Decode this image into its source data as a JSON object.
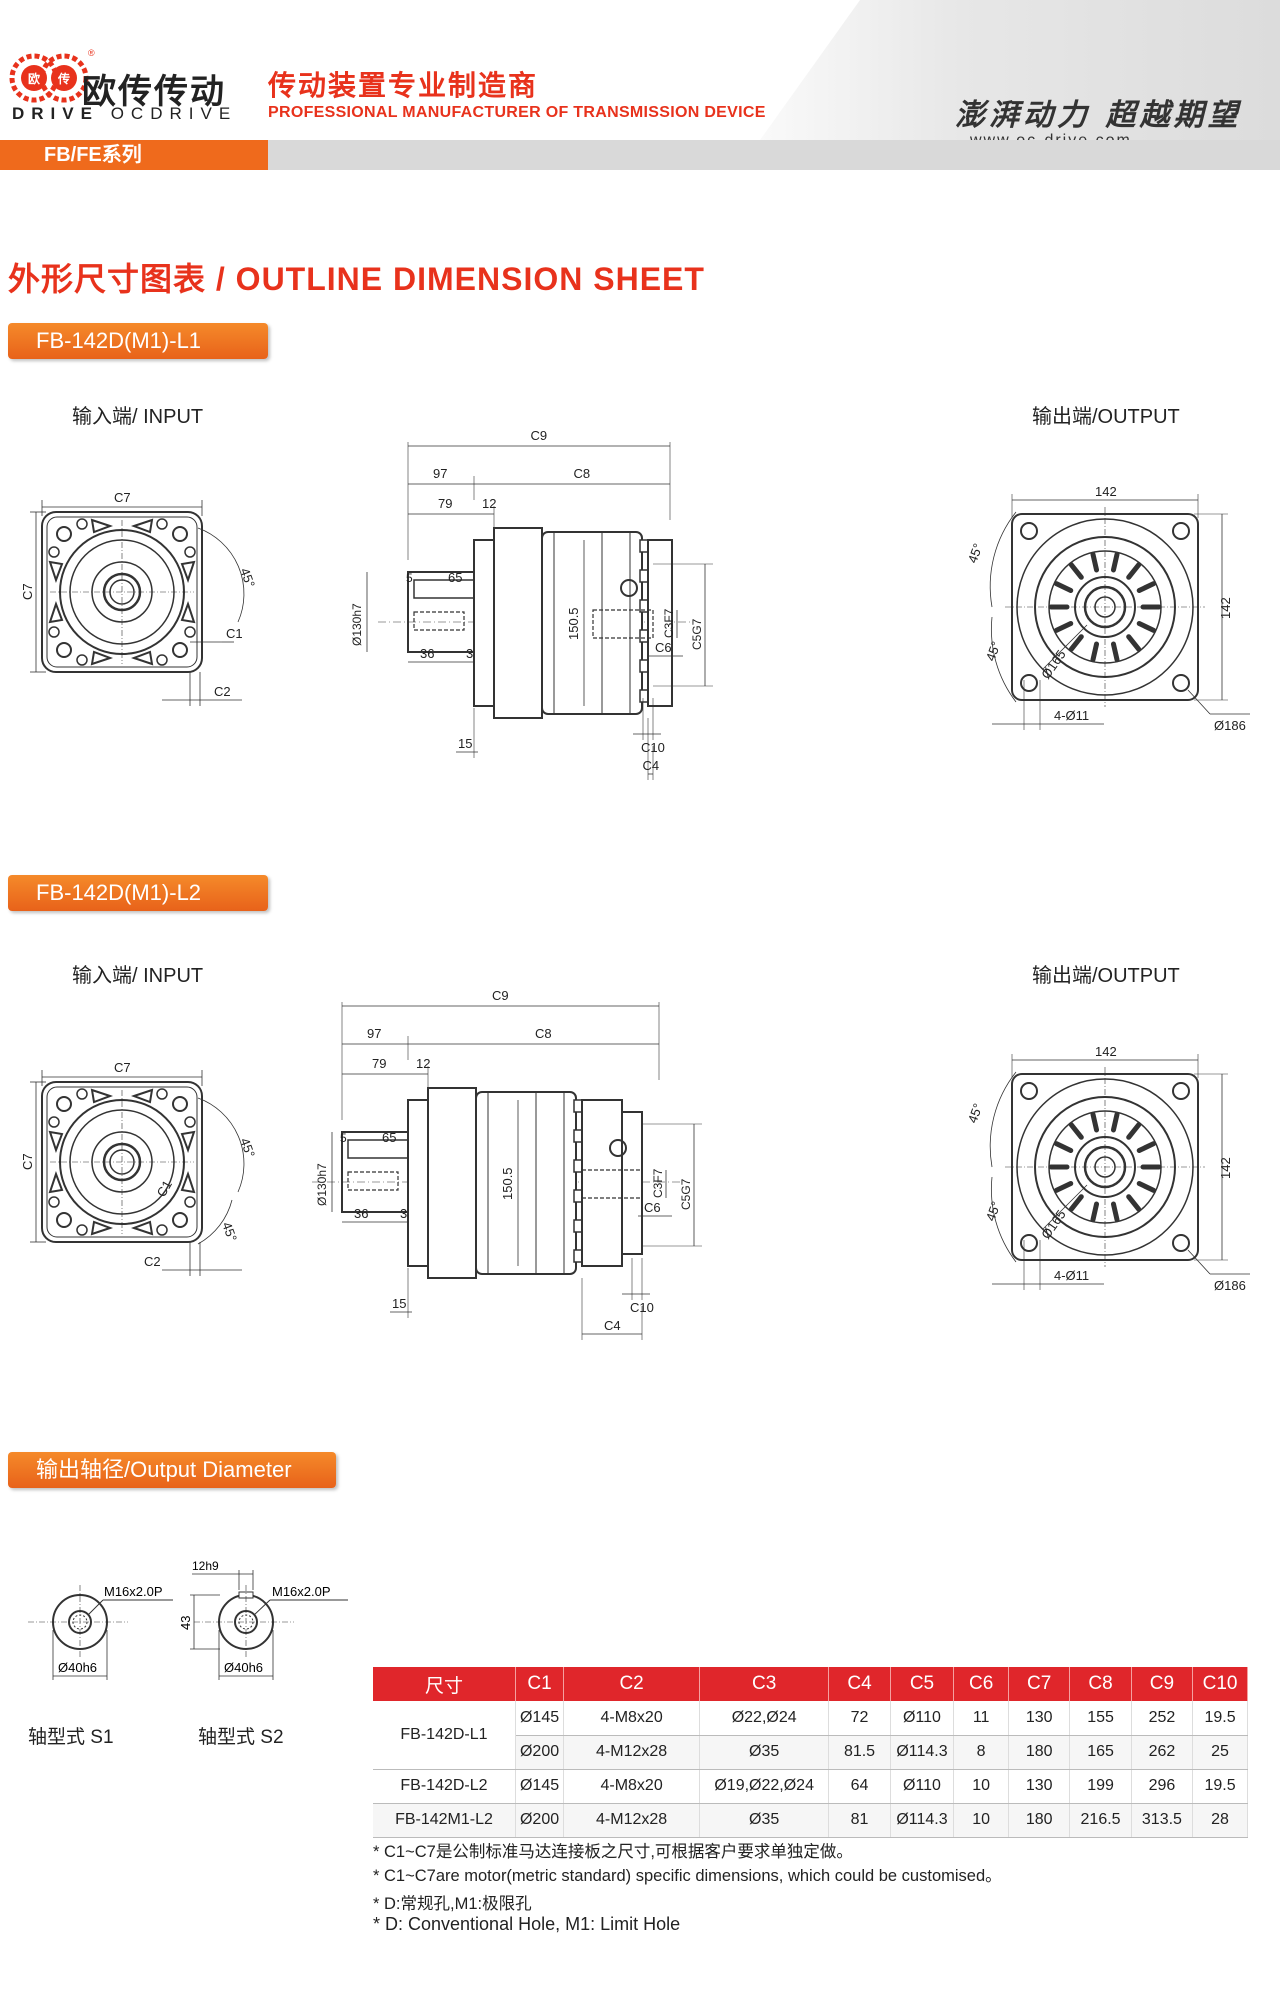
{
  "brand": {
    "name_cn": "欧传传动",
    "name_en_1": "DRIVE",
    "name_en_2": "OCDRIVE",
    "logo_char": "欧",
    "logo_char2": "传",
    "registered": "®"
  },
  "tagline": {
    "cn": "传动装置专业制造商",
    "en": "PROFESSIONAL MANUFACTURER OF TRANSMISSION DEVICE"
  },
  "slogan": "澎湃动力 超越期望",
  "website": "www.oc-drive.com",
  "series": "FB/FE系列",
  "sheet_title": "外形尺寸图表 / OUTLINE DIMENSION SHEET",
  "sections": [
    {
      "model": "FB-142D(M1)-L1",
      "input_label": "输入端/ INPUT",
      "output_label": "输出端/OUTPUT"
    },
    {
      "model": "FB-142D(M1)-L2",
      "input_label": "输入端/ INPUT",
      "output_label": "输出端/OUTPUT"
    }
  ],
  "dims": {
    "c1": "C1",
    "c2": "C2",
    "c3": "C3F7",
    "c4": "C4",
    "c5": "C5G7",
    "c6": "C6",
    "c7": "C7",
    "c8": "C8",
    "c9": "C9",
    "c10": "C10",
    "d97": "97",
    "d79": "79",
    "d12": "12",
    "d5": "5",
    "d65": "65",
    "d36": "36",
    "d3": "3",
    "d15": "15",
    "d1505": "150.5",
    "d130": "Ø130h7",
    "d142": "142",
    "d165": "Ø165",
    "d186": "Ø186",
    "holes": "4-Ø11",
    "a45": "45°"
  },
  "output_diameter": {
    "title": "输出轴径/Output Diameter",
    "thread": "M16x2.0P",
    "dia": "Ø40h6",
    "key": "12h9",
    "h43": "43",
    "s1": "轴型式 S1",
    "s2": "轴型式 S2"
  },
  "table": {
    "headers": [
      "尺寸",
      "C1",
      "C2",
      "C3",
      "C4",
      "C5",
      "C6",
      "C7",
      "C8",
      "C9",
      "C10"
    ],
    "rows": [
      {
        "model": "FB-142D-L1",
        "cells": [
          "Ø145",
          "4-M8x20",
          "Ø22,Ø24",
          "72",
          "Ø110",
          "11",
          "130",
          "155",
          "252",
          "19.5"
        ]
      },
      {
        "model": "",
        "cells": [
          "Ø200",
          "4-M12x28",
          "Ø35",
          "81.5",
          "Ø114.3",
          "8",
          "180",
          "165",
          "262",
          "25"
        ]
      },
      {
        "model": "FB-142D-L2",
        "cells": [
          "Ø145",
          "4-M8x20",
          "Ø19,Ø22,Ø24",
          "64",
          "Ø110",
          "10",
          "130",
          "199",
          "296",
          "19.5"
        ]
      },
      {
        "model": "FB-142M1-L2",
        "cells": [
          "Ø200",
          "4-M12x28",
          "Ø35",
          "81",
          "Ø114.3",
          "10",
          "180",
          "216.5",
          "313.5",
          "28"
        ]
      }
    ]
  },
  "notes": [
    "* C1~C7是公制标准马达连接板之尺寸,可根据客户要求单独定做。",
    "* C1~C7are motor(metric standard)  specific dimensions, which could be customised。",
    "* D:常规孔,M1:极限孔",
    "* D: Conventional Hole, M1: Limit Hole"
  ]
}
